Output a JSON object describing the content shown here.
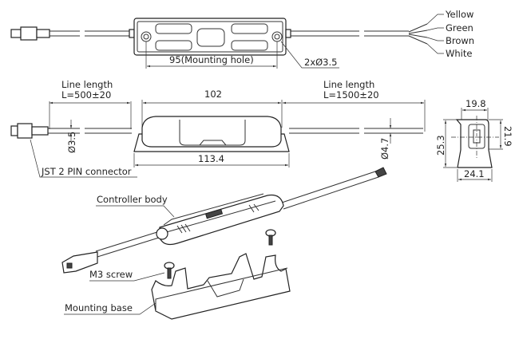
{
  "top_view": {
    "wire_colors": [
      "Yellow",
      "Green",
      "Brown",
      "White"
    ],
    "mounting_hole_dim": "95(Mounting hole)",
    "hole_dim": "2xØ3.5"
  },
  "side_view": {
    "left_line_label": "Line length",
    "left_line_value": "L=500±20",
    "body_length": "102",
    "right_line_label": "Line length",
    "right_line_value": "L=1500±20",
    "base_length": "113.4",
    "left_cable_dia": "Ø3.5",
    "right_cable_dia": "Ø4.7",
    "connector_label": "JST 2 PIN connector"
  },
  "end_view": {
    "top_width": "19.8",
    "height": "25.3",
    "body_height": "21.9",
    "base_width": "24.1"
  },
  "iso_view": {
    "controller_label": "Controller body",
    "screw_label": "M3 screw",
    "base_label": "Mounting base"
  }
}
